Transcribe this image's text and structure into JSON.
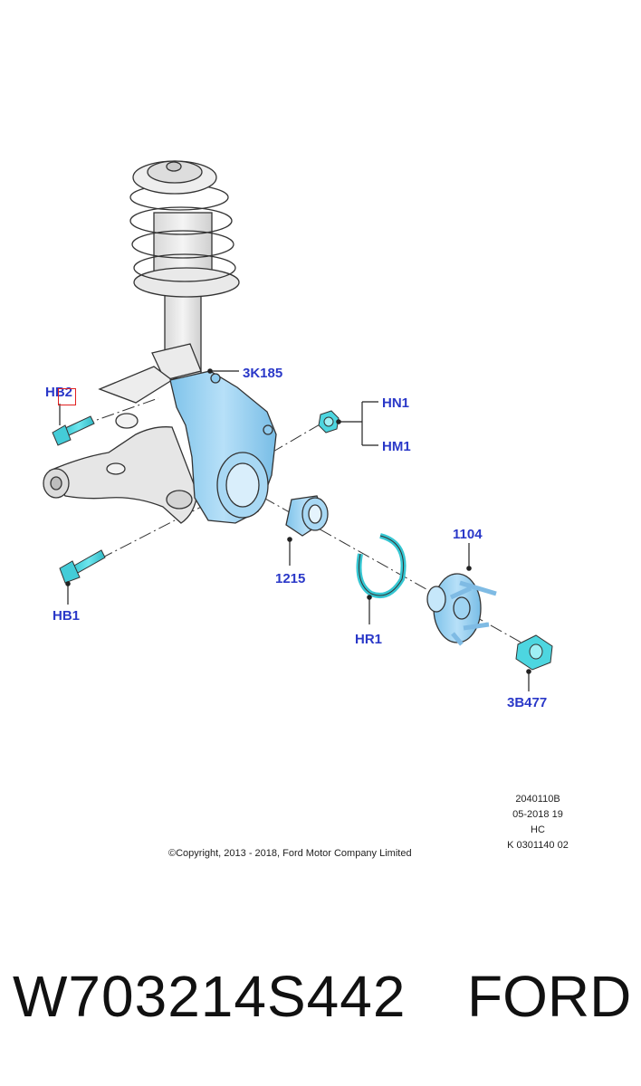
{
  "callouts": {
    "hb2": "HB2",
    "k185": "3K185",
    "hn1": "HN1",
    "hm1": "HM1",
    "p1104": "1104",
    "p1215": "1215",
    "hb1": "HB1",
    "hr1": "HR1",
    "b477": "3B477"
  },
  "drawing_info": {
    "line1": "2040110B",
    "line2": "05-2018 19",
    "line3": "HC",
    "line4": "K 0301140 02"
  },
  "copyright": "©Copyright, 2013 - 2018, Ford Motor Company Limited",
  "part_number": "W703214S442",
  "brand": "FORD",
  "colors": {
    "callout_text": "#2a38c8",
    "highlight_part": "#4dd6e0",
    "knuckle": "#9fd4f2",
    "gray_part": "#e6e6e6",
    "outline": "#333333",
    "highlight_box": "#e02020"
  }
}
